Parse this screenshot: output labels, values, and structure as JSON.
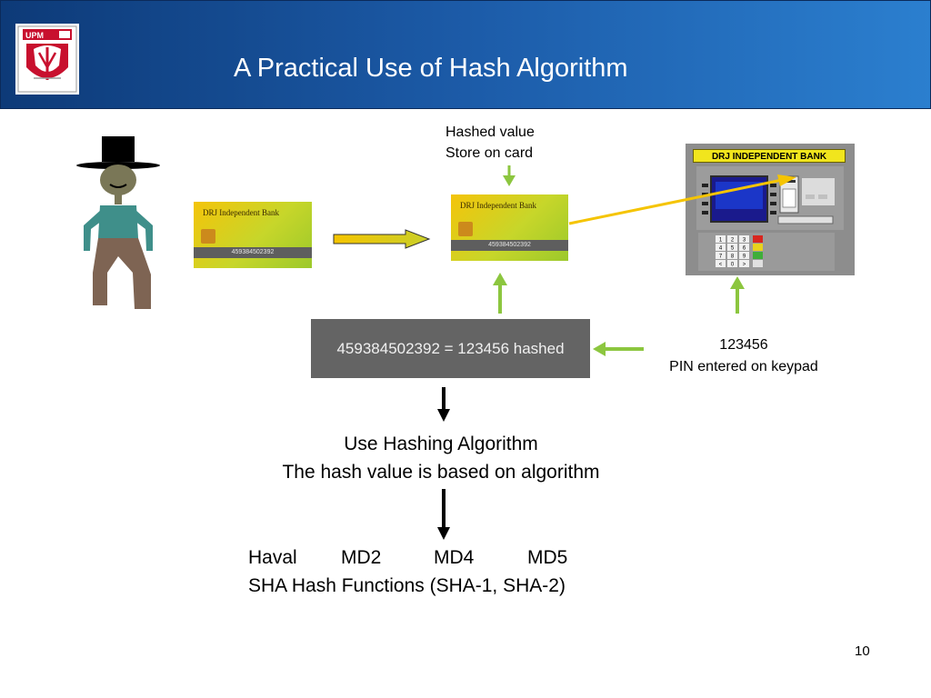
{
  "slide": {
    "title": "A Practical Use of Hash Algorithm",
    "page_number": "10"
  },
  "logo": {
    "text": "UPM"
  },
  "card_label": {
    "line1": "Hashed value",
    "line2": "Store on card"
  },
  "card_left": {
    "bank_name": "DRJ Independent Bank",
    "number": "459384502392"
  },
  "card_right": {
    "bank_name": "DRJ Independent Bank",
    "number": "459384502392"
  },
  "atm": {
    "bank_label": "DRJ INDEPENDENT BANK",
    "keys": [
      "1",
      "2",
      "3",
      "4",
      "5",
      "6",
      "7",
      "8",
      "9",
      "<",
      "0",
      ">"
    ]
  },
  "hash_box": {
    "text": "459384502392 = 123456 hashed"
  },
  "pin": {
    "value": "123456",
    "caption": "PIN entered on keypad"
  },
  "algorithm": {
    "line1": "Use Hashing Algorithm",
    "line2": "The hash value is based on algorithm"
  },
  "functions": {
    "items": [
      "Haval",
      "MD2",
      "MD4",
      "MD5"
    ],
    "sha_line": "SHA Hash Functions (SHA-1, SHA-2)"
  },
  "colors": {
    "header_dark": "#0d3a78",
    "header_light": "#2b7fcf",
    "arrow_green": "#8cc63f",
    "arrow_yellow": "#f5c400",
    "hash_box": "#646464"
  }
}
